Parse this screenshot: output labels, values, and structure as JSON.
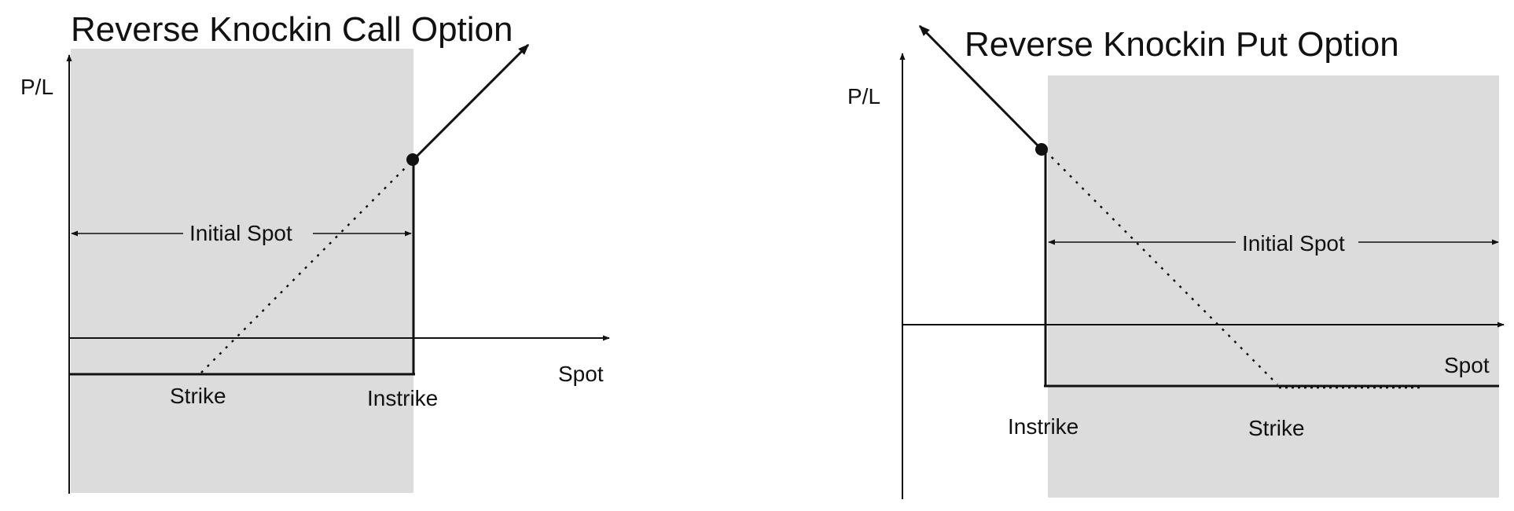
{
  "colors": {
    "shade": "#dcdcdc",
    "line": "#111111"
  },
  "call": {
    "title": "Reverse Knockin Call Option",
    "y_axis_label": "P/L",
    "x_axis_label": "Spot",
    "span_label": "Initial Spot",
    "strike_label": "Strike",
    "instrike_label": "Instrike"
  },
  "put": {
    "title": "Reverse Knockin Put Option",
    "y_axis_label": "P/L",
    "x_axis_label": "Spot",
    "span_label": "Initial Spot",
    "strike_label": "Strike",
    "instrike_label": "Instrike"
  }
}
